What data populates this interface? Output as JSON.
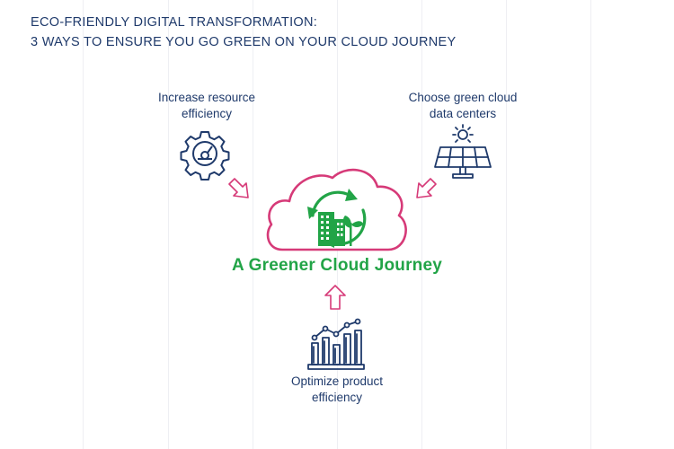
{
  "title": {
    "line1": "ECO-FRIENDLY DIGITAL TRANSFORMATION:",
    "line2": "3 WAYS TO ENSURE YOU GO GREEN ON YOUR CLOUD  JOURNEY"
  },
  "nodes": {
    "resource": {
      "line1": "Increase resource",
      "line2": "efficiency",
      "icon": "gear-gauge-icon"
    },
    "datacenter": {
      "line1": "Choose green cloud",
      "line2": "data centers",
      "icon": "solar-panel-icon"
    },
    "product": {
      "line1": "Optimize product",
      "line2": "efficiency",
      "icon": "bar-chart-icon"
    }
  },
  "center": {
    "label": "A Greener Cloud Journey",
    "icon": "green-cloud-icon"
  },
  "colors": {
    "title": "#1f3a6b",
    "icon_stroke": "#1f3a6b",
    "arrow": "#d63a78",
    "cloud_stroke": "#d63a78",
    "green": "#22a447"
  }
}
